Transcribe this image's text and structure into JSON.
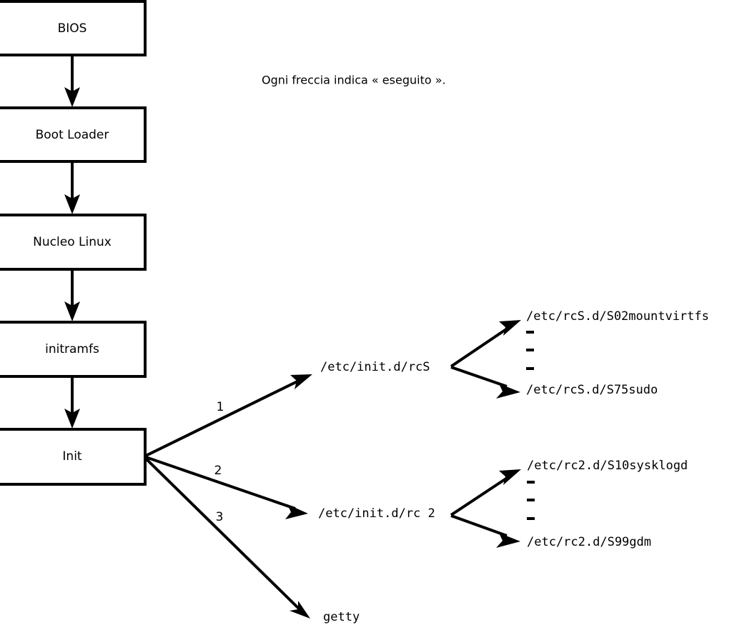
{
  "diagram": {
    "title": "Linux boot sequence flowchart",
    "caption": "Ogni freccia indica « eseguito ».",
    "colors": {
      "background": "#ffffff",
      "stroke": "#000000",
      "box_fill": "#ffffff",
      "text": "#000000"
    },
    "boxes": [
      {
        "id": "bios",
        "label": "BIOS"
      },
      {
        "id": "boot-loader",
        "label": "Boot Loader"
      },
      {
        "id": "nucleo-linux",
        "label": "Nucleo Linux"
      },
      {
        "id": "initramfs",
        "label": "initramfs"
      },
      {
        "id": "init",
        "label": "Init"
      }
    ],
    "init_branches": [
      {
        "number": "1",
        "label": "/etc/init.d/rcS"
      },
      {
        "number": "2",
        "label": "/etc/init.d/rc 2"
      },
      {
        "number": "3",
        "label": "getty"
      }
    ],
    "rcs_scripts": {
      "first": "/etc/rcS.d/S02mountvirtfs",
      "ellipsis": [
        "-",
        "-",
        "-"
      ],
      "last": "/etc/rcS.d/S75sudo"
    },
    "rc2_scripts": {
      "first": "/etc/rc2.d/S10sysklogd",
      "ellipsis": [
        "-",
        "-",
        "-"
      ],
      "last": "/etc/rc2.d/S99gdm"
    }
  }
}
